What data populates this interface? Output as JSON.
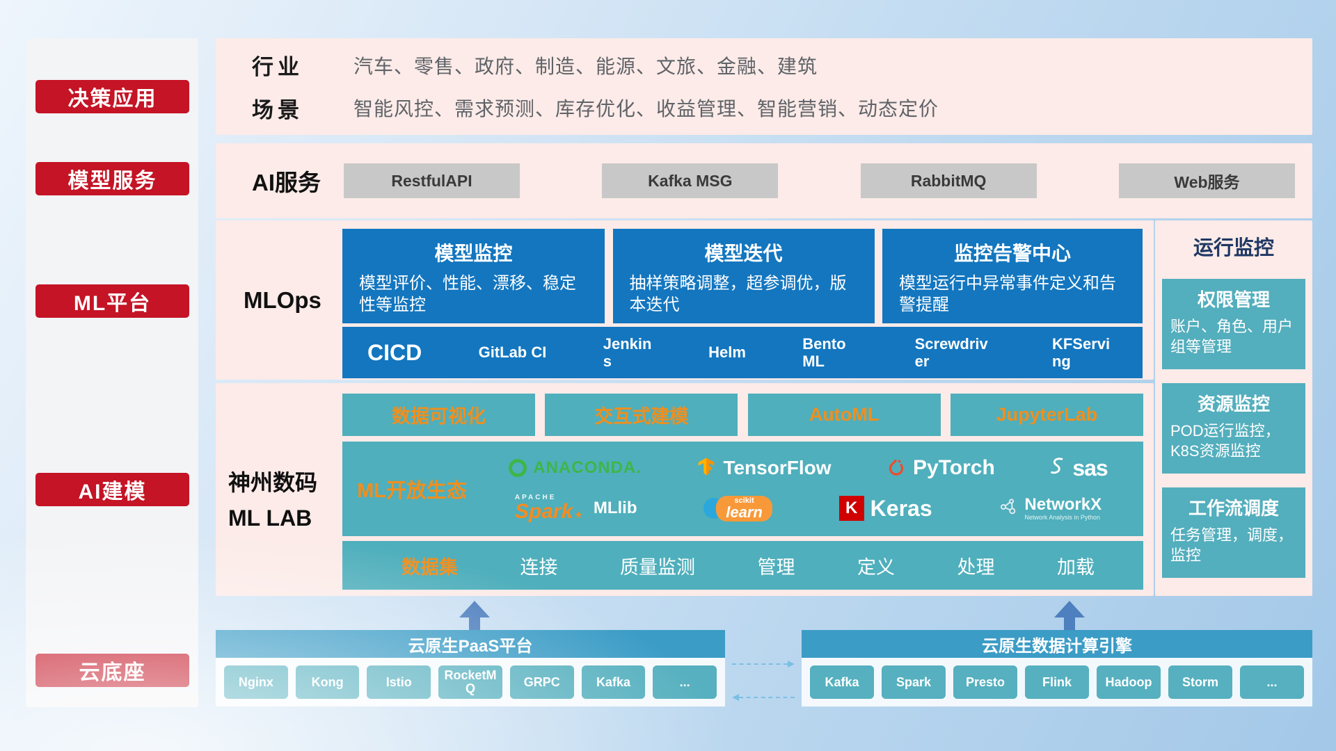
{
  "colors": {
    "accent_red": "#c41425",
    "panel_pink": "#fcebe8",
    "box_blue": "#1376bf",
    "teal": "#4fafbc",
    "orange": "#ef8f1f",
    "bar_blue": "#3b9cc6",
    "gray_button": "#c8c8c8"
  },
  "sidebar": {
    "items": [
      "决策应用",
      "模型服务",
      "ML平台",
      "AI建模",
      "云底座"
    ]
  },
  "industry": {
    "rows": [
      {
        "label": "行业",
        "text": "汽车、零售、政府、制造、能源、文旅、金融、建筑"
      },
      {
        "label": "场景",
        "text": "智能风控、需求预测、库存优化、收益管理、智能营销、动态定价"
      }
    ]
  },
  "ai_service": {
    "label": "AI服务",
    "items": [
      "RestfulAPI",
      "Kafka MSG",
      "RabbitMQ",
      "Web服务"
    ]
  },
  "mlops": {
    "label": "MLOps",
    "cards": [
      {
        "title": "模型监控",
        "desc": "模型评价、性能、漂移、稳定性等监控"
      },
      {
        "title": "模型迭代",
        "desc": "抽样策略调整，超参调优，版本迭代"
      },
      {
        "title": "监控告警中心",
        "desc": "模型运行中异常事件定义和告警提醒"
      }
    ],
    "cicd_label": "CICD",
    "cicd_tools": [
      "GitLab CI",
      "Jenkins",
      "Helm",
      "BentoML",
      "Screwdriver",
      "KFServing"
    ]
  },
  "monitor": {
    "title": "运行监控",
    "cards": [
      {
        "title": "权限管理",
        "desc": "账户、角色、用户组等管理"
      },
      {
        "title": "资源监控",
        "desc": "POD运行监控，K8S资源监控"
      },
      {
        "title": "工作流调度",
        "desc": "任务管理，调度，监控"
      }
    ]
  },
  "mllab": {
    "label_line1": "神州数码",
    "label_line2": "ML LAB",
    "tools": [
      "数据可视化",
      "交互式建模",
      "AutoML",
      "JupyterLab"
    ],
    "eco_label": "ML开放生态",
    "logos": {
      "anaconda": "ANACONDA.",
      "tensorflow": "TensorFlow",
      "pytorch": "PyTorch",
      "sas": "sas",
      "spark_tag": "APACHE",
      "spark": "Spark",
      "mllib": "MLlib",
      "sklearn_tag": "scikit",
      "sklearn": "learn",
      "keras_icon": "K",
      "keras": "Keras",
      "networkx": "NetworkX",
      "networkx_sub": "Network Analysis in Python"
    },
    "dataset_label": "数据集",
    "dataset_steps": [
      "连接",
      "质量监测",
      "管理",
      "定义",
      "处理",
      "加载"
    ]
  },
  "cloud": {
    "paas_title": "云原生PaaS平台",
    "paas_items": [
      "Nginx",
      "Kong",
      "Istio",
      "RocketMQ",
      "GRPC",
      "Kafka",
      "..."
    ],
    "engine_title": "云原生数据计算引擎",
    "engine_items": [
      "Kafka",
      "Spark",
      "Presto",
      "Flink",
      "Hadoop",
      "Storm",
      "..."
    ]
  }
}
